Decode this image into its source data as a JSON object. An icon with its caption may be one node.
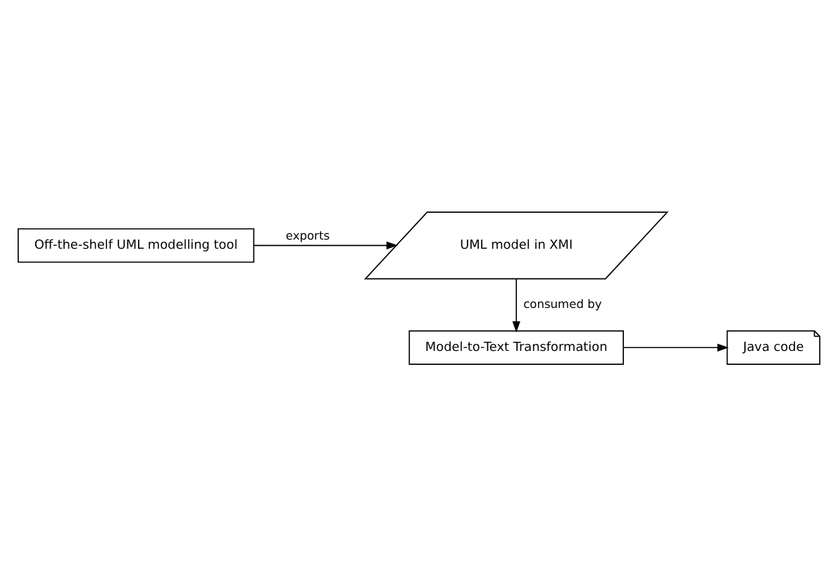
{
  "diagram": {
    "nodes": [
      {
        "text": [
          "Off-the-shelf UML modelling tool"
        ]
      },
      {
        "text": [
          "UML model in XMI"
        ]
      },
      {
        "text": [
          "Model-to-Text Transformation"
        ]
      },
      {
        "text": [
          "Java code"
        ]
      }
    ],
    "edges": [
      {
        "from": 0,
        "to": 1,
        "arrow": "to",
        "label": "exports"
      },
      {
        "from": 1,
        "to": 2,
        "arrow": "to",
        "label": "consumed by"
      },
      {
        "from": 2,
        "to": 3,
        "arrow": "to"
      }
    ]
  }
}
